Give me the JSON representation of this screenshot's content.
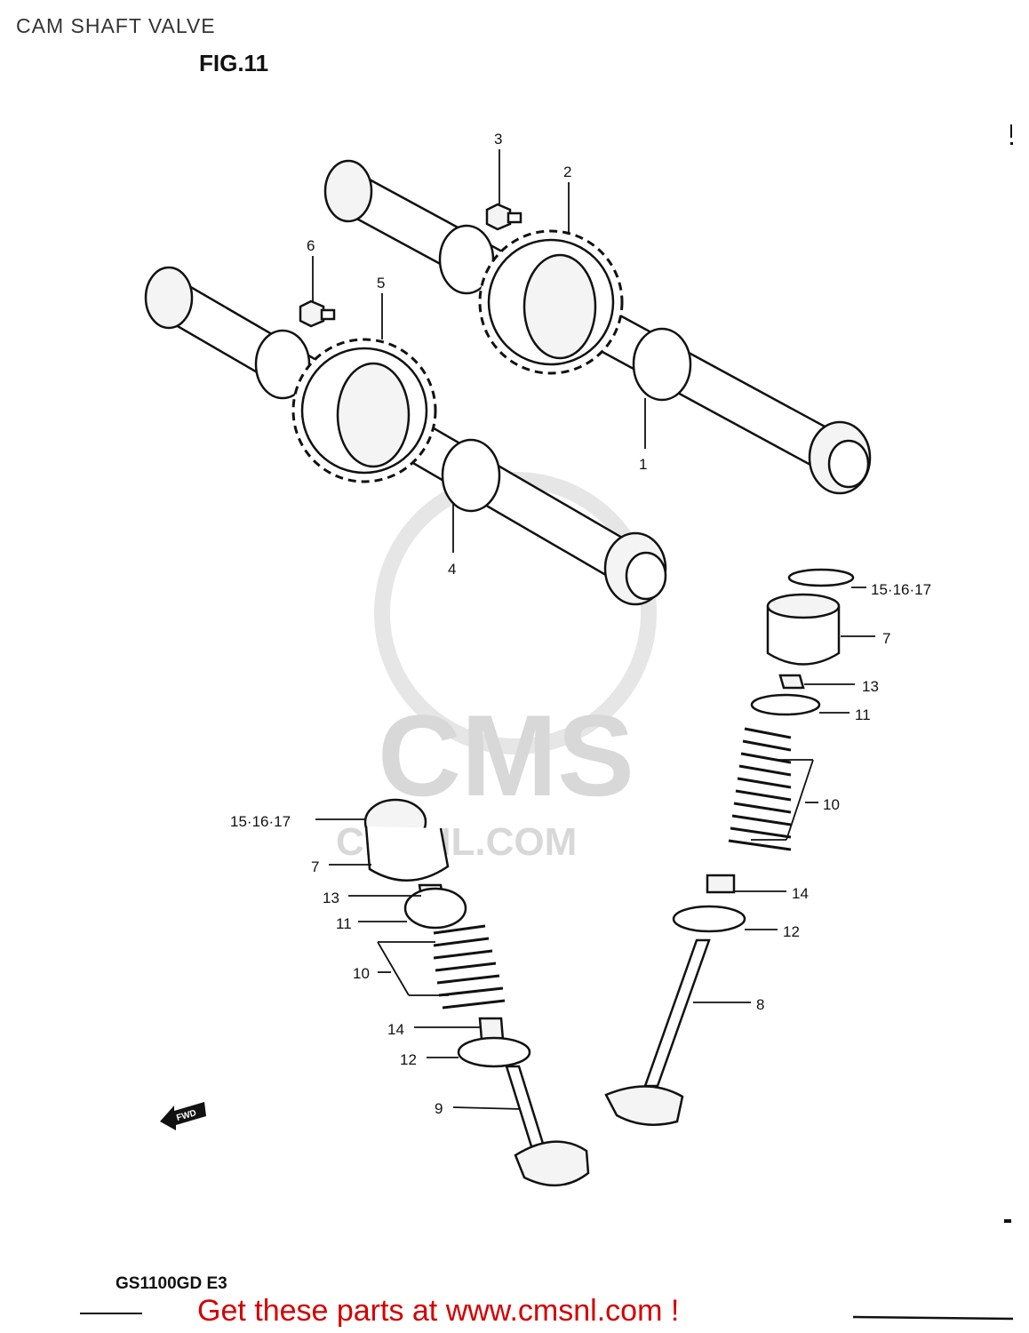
{
  "title": "CAM SHAFT  VALVE",
  "figure": "FIG.11",
  "model": "GS1100GD E3",
  "promo": "Get these parts at www.cmsnl.com !",
  "fwd": "FWD",
  "watermark": {
    "brand": "CMS",
    "site": "CMSNL.COM"
  },
  "callouts": {
    "c1": "1",
    "c2": "2",
    "c3": "3",
    "c4": "4",
    "c5": "5",
    "c6": "6",
    "r_shim": "15·16·17",
    "r_tappet": "7",
    "r_cotter": "13",
    "r_retainer": "11",
    "r_spring": "10",
    "r_seal": "14",
    "r_seat": "12",
    "r_valve": "8",
    "l_shim": "15·16·17",
    "l_tappet": "7",
    "l_cotter": "13",
    "l_retainer": "11",
    "l_spring": "10",
    "l_seal": "14",
    "l_seat": "12",
    "l_valve": "9"
  }
}
